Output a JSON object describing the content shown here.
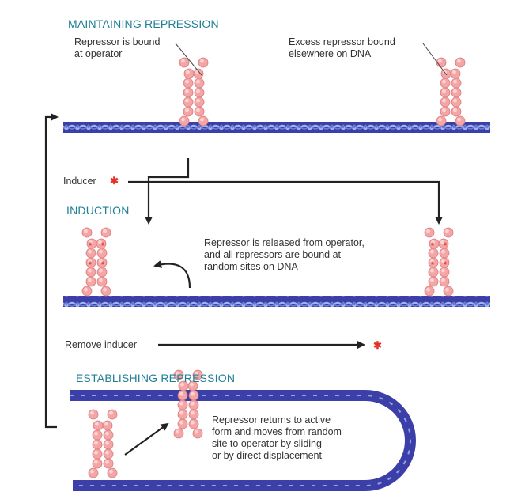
{
  "sections": {
    "maintaining": {
      "heading": "MAINTAINING REPRESSION"
    },
    "induction": {
      "heading": "INDUCTION"
    },
    "establishing": {
      "heading": "ESTABLISHING REPRESSION"
    }
  },
  "labels": {
    "repressor_bound_line1": "Repressor is bound",
    "repressor_bound_line2": "at operator",
    "excess_line1": "Excess repressor bound",
    "excess_line2": "elsewhere on DNA",
    "inducer": "Inducer",
    "released_line1": "Repressor is released from operator,",
    "released_line2": "and all repressors are bound at",
    "released_line3": "random sites on DNA",
    "remove_inducer": "Remove inducer",
    "returns_line1": "Repressor returns to active",
    "returns_line2": "form and moves from random",
    "returns_line3": "site to operator by sliding",
    "returns_line4": "or by direct displacement"
  },
  "symbols": {
    "inducer_star": "✱"
  },
  "colors": {
    "heading": "#1f7f96",
    "dna_blue": "#3c3fa8",
    "dna_light": "#8ea6e6",
    "repressor": "#f2a3a3",
    "repressor_edge": "#d9787a",
    "inducer": "#e0342b",
    "arrow": "#222222"
  }
}
